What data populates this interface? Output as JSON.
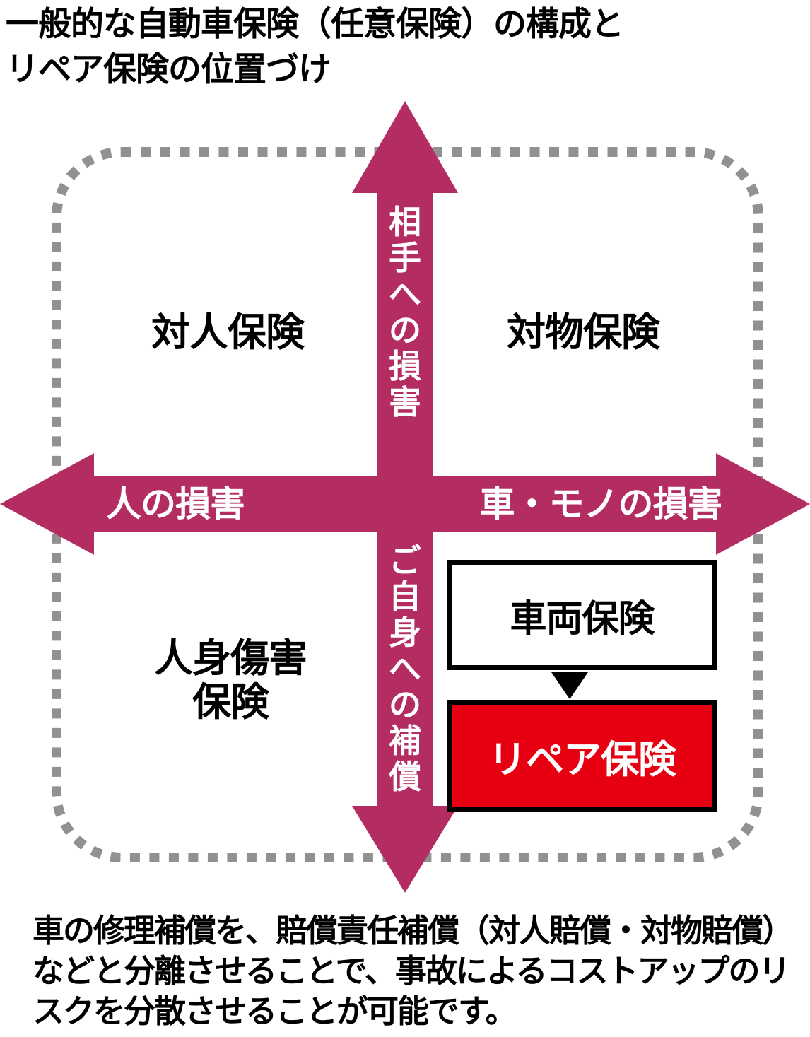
{
  "title": {
    "line1": "一般的な自動車保険（任意保険）の構成と",
    "line2": "リペア保険の位置づけ"
  },
  "axes": {
    "vertical_top_label": "相手への損害",
    "vertical_bottom_label": "ご自身への補償",
    "horizontal_left_label": "人の損害",
    "horizontal_right_label": "車・モノの損害"
  },
  "quadrants": {
    "top_left": "対人保険",
    "top_right": "対物保険",
    "bottom_left_line1": "人身傷害",
    "bottom_left_line2": "保険",
    "vehicle_box_label": "車両保険",
    "repair_box_label": "リペア保険"
  },
  "caption": {
    "line1": "車の修理補償を、賠償責任補償（対人賠償・対物賠償）",
    "line2": "などと分離させることで、事故によるコストアップのリ",
    "line3": "スクを分散させることが可能です。"
  },
  "colors": {
    "magenta": "#b32d63",
    "red": "#e60012",
    "dash_gray": "#919191",
    "black": "#000000",
    "white": "#ffffff"
  }
}
